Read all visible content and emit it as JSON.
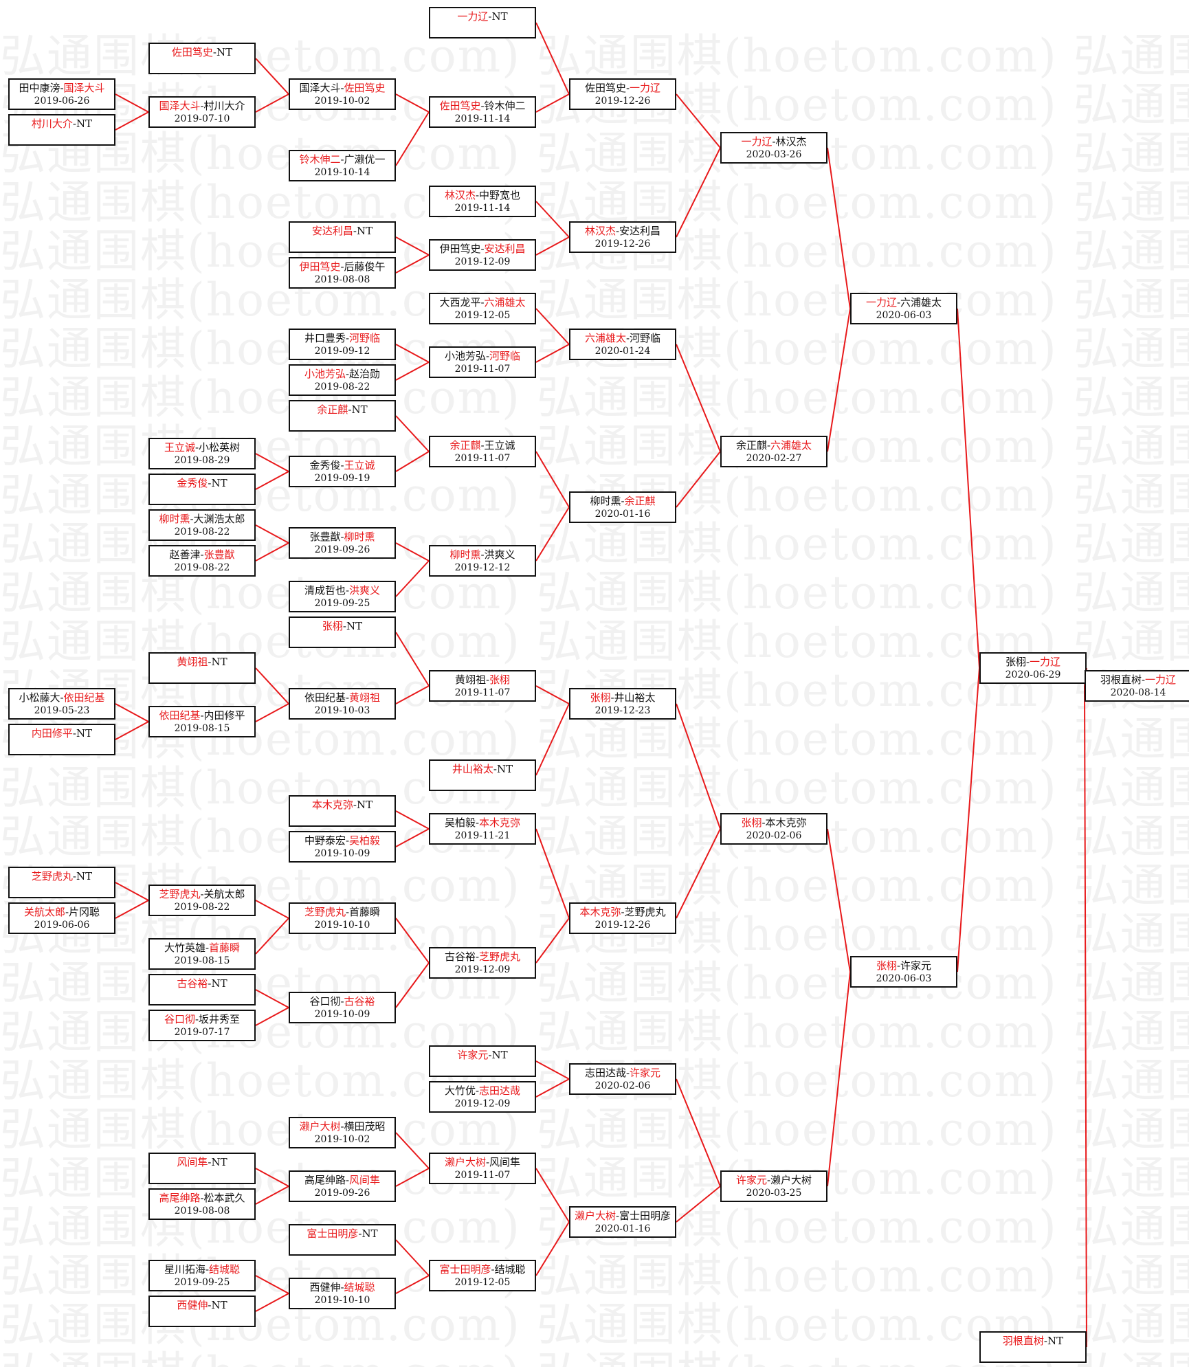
{
  "watermark": "弘通围棋(hoetom.com)",
  "colors": {
    "winner": "#e8191b",
    "text": "#111111",
    "line": "#e8191b",
    "box_border": "#111111"
  },
  "matches": [
    {
      "id": "r0m0",
      "p1": "田中康滂",
      "p2": "国泽大斗",
      "winner": 2,
      "date": "2019-06-26"
    },
    {
      "id": "r0m1",
      "p1": "村川大介",
      "p2": "NT",
      "winner": 1,
      "date": ""
    },
    {
      "id": "r0m2",
      "p1": "小松藤大",
      "p2": "依田纪基",
      "winner": 2,
      "date": "2019-05-23"
    },
    {
      "id": "r0m3",
      "p1": "内田修平",
      "p2": "NT",
      "winner": 1,
      "date": ""
    },
    {
      "id": "r0m4",
      "p1": "芝野虎丸",
      "p2": "NT",
      "winner": 1,
      "date": ""
    },
    {
      "id": "r0m5",
      "p1": "关航太郎",
      "p2": "片冈聪",
      "winner": 1,
      "date": "2019-06-06"
    },
    {
      "id": "r1m0",
      "p1": "佐田笃史",
      "p2": "NT",
      "winner": 1,
      "date": ""
    },
    {
      "id": "r1m1",
      "p1": "国泽大斗",
      "p2": "村川大介",
      "winner": 1,
      "date": "2019-07-10"
    },
    {
      "id": "r1m2",
      "p1": "王立诚",
      "p2": "小松英树",
      "winner": 1,
      "date": "2019-08-29"
    },
    {
      "id": "r1m3",
      "p1": "金秀俊",
      "p2": "NT",
      "winner": 1,
      "date": ""
    },
    {
      "id": "r1m4",
      "p1": "柳时熏",
      "p2": "大渊浩太郎",
      "winner": 1,
      "date": "2019-08-22"
    },
    {
      "id": "r1m5",
      "p1": "赵善津",
      "p2": "张豊猷",
      "winner": 2,
      "date": "2019-08-22"
    },
    {
      "id": "r1m6",
      "p1": "黄翊祖",
      "p2": "NT",
      "winner": 1,
      "date": ""
    },
    {
      "id": "r1m7",
      "p1": "依田纪基",
      "p2": "内田修平",
      "winner": 1,
      "date": "2019-08-15"
    },
    {
      "id": "r1m8",
      "p1": "芝野虎丸",
      "p2": "关航太郎",
      "winner": 1,
      "date": "2019-08-22"
    },
    {
      "id": "r1m9",
      "p1": "大竹英雄",
      "p2": "首藤瞬",
      "winner": 2,
      "date": "2019-08-15"
    },
    {
      "id": "r1m10",
      "p1": "古谷裕",
      "p2": "NT",
      "winner": 1,
      "date": ""
    },
    {
      "id": "r1m11",
      "p1": "谷口彻",
      "p2": "坂井秀至",
      "winner": 1,
      "date": "2019-07-17"
    },
    {
      "id": "r1m12",
      "p1": "风间隼",
      "p2": "NT",
      "winner": 1,
      "date": ""
    },
    {
      "id": "r1m13",
      "p1": "高尾绅路",
      "p2": "松本武久",
      "winner": 1,
      "date": "2019-08-08"
    },
    {
      "id": "r1m14",
      "p1": "星川拓海",
      "p2": "结城聪",
      "winner": 2,
      "date": "2019-09-25"
    },
    {
      "id": "r1m15",
      "p1": "西健伸",
      "p2": "NT",
      "winner": 1,
      "date": ""
    },
    {
      "id": "r2m0",
      "p1": "国泽大斗",
      "p2": "佐田笃史",
      "winner": 2,
      "date": "2019-10-02"
    },
    {
      "id": "r2m1",
      "p1": "铃木伸二",
      "p2": "广濑优一",
      "winner": 1,
      "date": "2019-10-14"
    },
    {
      "id": "r2m2",
      "p1": "安达利昌",
      "p2": "NT",
      "winner": 1,
      "date": ""
    },
    {
      "id": "r2m3",
      "p1": "伊田笃史",
      "p2": "后藤俊午",
      "winner": 1,
      "date": "2019-08-08"
    },
    {
      "id": "r2m4",
      "p1": "井口豊秀",
      "p2": "河野临",
      "winner": 2,
      "date": "2019-09-12"
    },
    {
      "id": "r2m5",
      "p1": "小池芳弘",
      "p2": "赵治勋",
      "winner": 1,
      "date": "2019-08-22"
    },
    {
      "id": "r2m6",
      "p1": "余正麒",
      "p2": "NT",
      "winner": 1,
      "date": ""
    },
    {
      "id": "r2m7",
      "p1": "金秀俊",
      "p2": "王立诚",
      "winner": 2,
      "date": "2019-09-19"
    },
    {
      "id": "r2m8",
      "p1": "张豊猷",
      "p2": "柳时熏",
      "winner": 2,
      "date": "2019-09-26"
    },
    {
      "id": "r2m9",
      "p1": "清成哲也",
      "p2": "洪爽义",
      "winner": 2,
      "date": "2019-09-25"
    },
    {
      "id": "r2m10",
      "p1": "张栩",
      "p2": "NT",
      "winner": 1,
      "date": ""
    },
    {
      "id": "r2m11",
      "p1": "依田纪基",
      "p2": "黄翊祖",
      "winner": 2,
      "date": "2019-10-03"
    },
    {
      "id": "r2m12",
      "p1": "本木克弥",
      "p2": "NT",
      "winner": 1,
      "date": ""
    },
    {
      "id": "r2m13",
      "p1": "中野泰宏",
      "p2": "吴柏毅",
      "winner": 2,
      "date": "2019-10-09"
    },
    {
      "id": "r2m14",
      "p1": "芝野虎丸",
      "p2": "首藤瞬",
      "winner": 1,
      "date": "2019-10-10"
    },
    {
      "id": "r2m15",
      "p1": "谷口彻",
      "p2": "古谷裕",
      "winner": 2,
      "date": "2019-10-09"
    },
    {
      "id": "r2m16",
      "p1": "濑户大树",
      "p2": "横田茂昭",
      "winner": 1,
      "date": "2019-10-02"
    },
    {
      "id": "r2m17",
      "p1": "高尾绅路",
      "p2": "风间隼",
      "winner": 2,
      "date": "2019-09-26"
    },
    {
      "id": "r2m18",
      "p1": "富士田明彦",
      "p2": "NT",
      "winner": 1,
      "date": ""
    },
    {
      "id": "r2m19",
      "p1": "西健伸",
      "p2": "结城聪",
      "winner": 2,
      "date": "2019-10-10"
    },
    {
      "id": "r3m0",
      "p1": "一力辽",
      "p2": "NT",
      "winner": 1,
      "date": ""
    },
    {
      "id": "r3m1",
      "p1": "佐田笃史",
      "p2": "铃木伸二",
      "winner": 1,
      "date": "2019-11-14"
    },
    {
      "id": "r3m2",
      "p1": "林汉杰",
      "p2": "中野宽也",
      "winner": 1,
      "date": "2019-11-14"
    },
    {
      "id": "r3m3",
      "p1": "伊田笃史",
      "p2": "安达利昌",
      "winner": 2,
      "date": "2019-12-09"
    },
    {
      "id": "r3m4",
      "p1": "大西龙平",
      "p2": "六浦雄太",
      "winner": 2,
      "date": "2019-12-05"
    },
    {
      "id": "r3m5",
      "p1": "小池芳弘",
      "p2": "河野临",
      "winner": 2,
      "date": "2019-11-07"
    },
    {
      "id": "r3m6",
      "p1": "余正麒",
      "p2": "王立诚",
      "winner": 1,
      "date": "2019-11-07"
    },
    {
      "id": "r3m7",
      "p1": "柳时熏",
      "p2": "洪爽义",
      "winner": 1,
      "date": "2019-12-12"
    },
    {
      "id": "r3m8",
      "p1": "黄翊祖",
      "p2": "张栩",
      "winner": 2,
      "date": "2019-11-07"
    },
    {
      "id": "r3m9",
      "p1": "井山裕太",
      "p2": "NT",
      "winner": 1,
      "date": ""
    },
    {
      "id": "r3m10",
      "p1": "吴柏毅",
      "p2": "本木克弥",
      "winner": 2,
      "date": "2019-11-21"
    },
    {
      "id": "r3m11",
      "p1": "古谷裕",
      "p2": "芝野虎丸",
      "winner": 2,
      "date": "2019-12-09"
    },
    {
      "id": "r3m12",
      "p1": "许家元",
      "p2": "NT",
      "winner": 1,
      "date": ""
    },
    {
      "id": "r3m13",
      "p1": "大竹优",
      "p2": "志田达哉",
      "winner": 2,
      "date": "2019-12-09"
    },
    {
      "id": "r3m14",
      "p1": "濑户大树",
      "p2": "风间隼",
      "winner": 1,
      "date": "2019-11-07"
    },
    {
      "id": "r3m15",
      "p1": "富士田明彦",
      "p2": "结城聪",
      "winner": 1,
      "date": "2019-12-05"
    },
    {
      "id": "r4m0",
      "p1": "佐田笃史",
      "p2": "一力辽",
      "winner": 2,
      "date": "2019-12-26"
    },
    {
      "id": "r4m1",
      "p1": "林汉杰",
      "p2": "安达利昌",
      "winner": 1,
      "date": "2019-12-26"
    },
    {
      "id": "r4m2",
      "p1": "六浦雄太",
      "p2": "河野临",
      "winner": 1,
      "date": "2020-01-24"
    },
    {
      "id": "r4m3",
      "p1": "柳时熏",
      "p2": "余正麒",
      "winner": 2,
      "date": "2020-01-16"
    },
    {
      "id": "r4m4",
      "p1": "张栩",
      "p2": "井山裕太",
      "winner": 1,
      "date": "2019-12-23"
    },
    {
      "id": "r4m5",
      "p1": "本木克弥",
      "p2": "芝野虎丸",
      "winner": 1,
      "date": "2019-12-26"
    },
    {
      "id": "r4m6",
      "p1": "志田达哉",
      "p2": "许家元",
      "winner": 2,
      "date": "2020-02-06"
    },
    {
      "id": "r4m7",
      "p1": "濑户大树",
      "p2": "富士田明彦",
      "winner": 1,
      "date": "2020-01-16"
    },
    {
      "id": "r5m0",
      "p1": "一力辽",
      "p2": "林汉杰",
      "winner": 1,
      "date": "2020-03-26"
    },
    {
      "id": "r5m1",
      "p1": "余正麒",
      "p2": "六浦雄太",
      "winner": 2,
      "date": "2020-02-27"
    },
    {
      "id": "r5m2",
      "p1": "张栩",
      "p2": "本木克弥",
      "winner": 1,
      "date": "2020-02-06"
    },
    {
      "id": "r5m3",
      "p1": "许家元",
      "p2": "濑户大树",
      "winner": 1,
      "date": "2020-03-25"
    },
    {
      "id": "r6m0",
      "p1": "一力辽",
      "p2": "六浦雄太",
      "winner": 1,
      "date": "2020-06-03"
    },
    {
      "id": "r6m1",
      "p1": "张栩",
      "p2": "许家元",
      "winner": 1,
      "date": "2020-06-03"
    },
    {
      "id": "r7m0",
      "p1": "张栩",
      "p2": "一力辽",
      "winner": 2,
      "date": "2020-06-29"
    },
    {
      "id": "r7m1",
      "p1": "羽根直树",
      "p2": "NT",
      "winner": 1,
      "date": ""
    },
    {
      "id": "r8m0",
      "p1": "羽根直树",
      "p2": "一力辽",
      "winner": 2,
      "date": "2020-08-14"
    }
  ]
}
